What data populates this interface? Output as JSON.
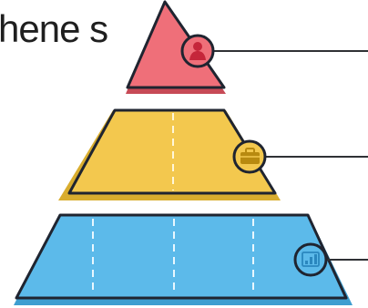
{
  "heading": {
    "text": "hene s"
  },
  "diagram": {
    "type": "pyramid",
    "levels": [
      {
        "tier": "top",
        "icon": "person-icon",
        "color": "#ef6f79"
      },
      {
        "tier": "middle",
        "icon": "briefcase-icon",
        "color": "#f3c84e"
      },
      {
        "tier": "bottom",
        "icon": "bar-chart-icon",
        "color": "#5cbaea"
      }
    ]
  }
}
